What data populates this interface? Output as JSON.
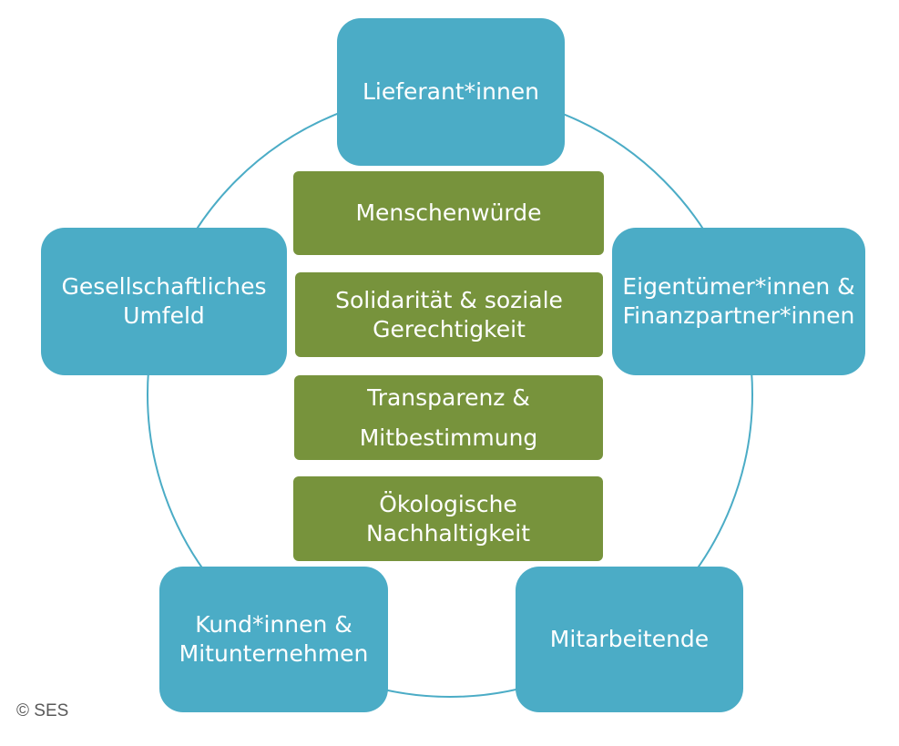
{
  "stakeholders": {
    "top": "Lieferant*innen",
    "right": "Eigentümer*innen &\nFinanzpartner*innen",
    "bottom_right": "Mitarbeitende",
    "bottom_left": "Kund*innen &\nMitunternehmen",
    "left": "Gesellschaftliches\nUmfeld"
  },
  "values": {
    "v1": "Menschenwürde",
    "v2": "Solidarität & soziale\nGerechtigkeit",
    "v3": "Transparenz &\nMitbestimmung",
    "v4": "Ökologische\nNachhaltigkeit"
  },
  "copyright": "© SES",
  "colors": {
    "stakeholder": "#4bacc6",
    "value": "#77933c",
    "ring": "#4bacc6"
  }
}
